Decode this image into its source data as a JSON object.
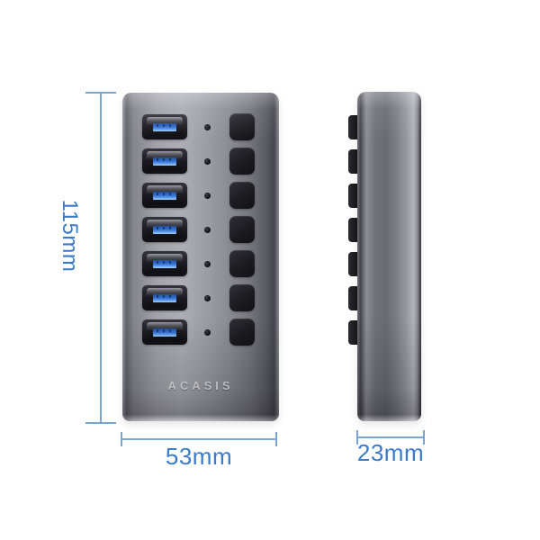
{
  "page": {
    "background": "#ffffff"
  },
  "product": {
    "brand_label": "ACASIS",
    "description": "7-port USB hub, front and side views",
    "port_count": 7,
    "colors": {
      "body_metal_light": "#acadb5",
      "body_metal_dark": "#45454d",
      "port_bezel_black": "#17171c",
      "usb_tongue_blue": "#3b79dd",
      "button_black": "#1b1b20",
      "led_dot_black": "#0d0d10",
      "brand_text": "#dcdce0"
    }
  },
  "annotations": {
    "accent_color": "#3a7ac8",
    "line_color": "#7aa3d6",
    "height_label": "115mm",
    "width_label": "53mm",
    "depth_label": "23mm"
  }
}
